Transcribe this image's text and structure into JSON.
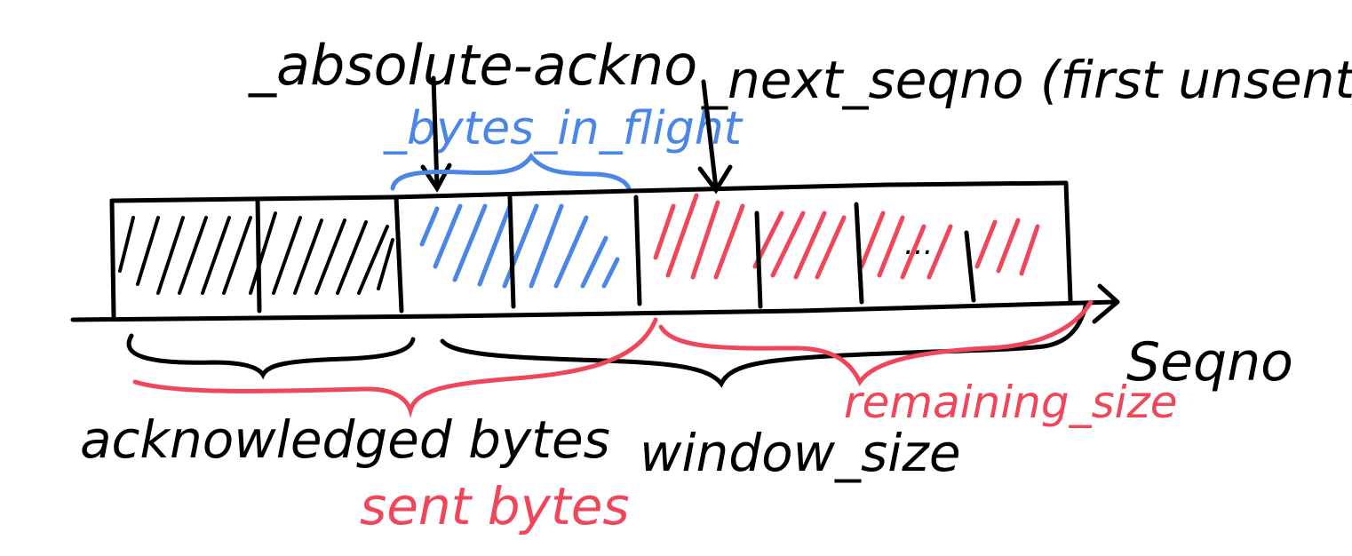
{
  "labels": {
    "absolute_ackno": "_absolute-ackno",
    "next_seqno": "_next_seqno (first unsent)",
    "bytes_in_flight": "_bytes_in_flight",
    "seqno": "Seqno",
    "acknowledged_bytes": "acknowledged bytes",
    "window_size": "window_size",
    "remaining_size": "remaining_size",
    "sent_bytes": "sent bytes",
    "ellipsis": "..."
  },
  "colors": {
    "ink": "#000000",
    "bytes_in_flight": "#4a86e8",
    "sent_and_remaining": "#f0465a"
  }
}
